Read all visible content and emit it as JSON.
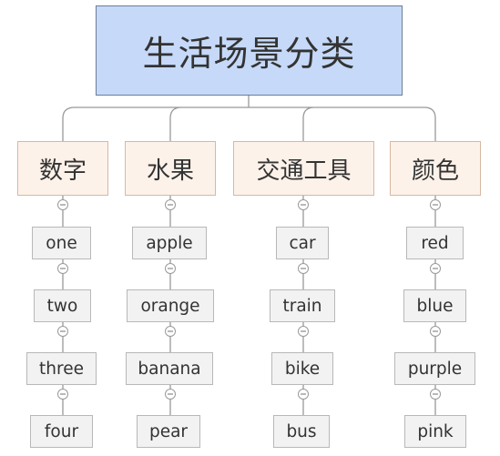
{
  "root": {
    "label": "生活场景分类"
  },
  "categories": [
    {
      "label": "数字",
      "items": [
        "one",
        "two",
        "three",
        "four"
      ]
    },
    {
      "label": "水果",
      "items": [
        "apple",
        "orange",
        "banana",
        "pear"
      ]
    },
    {
      "label": "交通工具",
      "items": [
        "car",
        "train",
        "bike",
        "bus"
      ]
    },
    {
      "label": "颜色",
      "items": [
        "red",
        "blue",
        "purple",
        "pink"
      ]
    }
  ],
  "colors": {
    "root_fill": "#c6d9f8",
    "root_border": "#6d7d95",
    "category_fill": "#fdf2ea",
    "category_border": "#d7b8a2",
    "leaf_fill": "#f2f2f2",
    "leaf_border": "#b8b8b8",
    "connector": "#999999"
  }
}
